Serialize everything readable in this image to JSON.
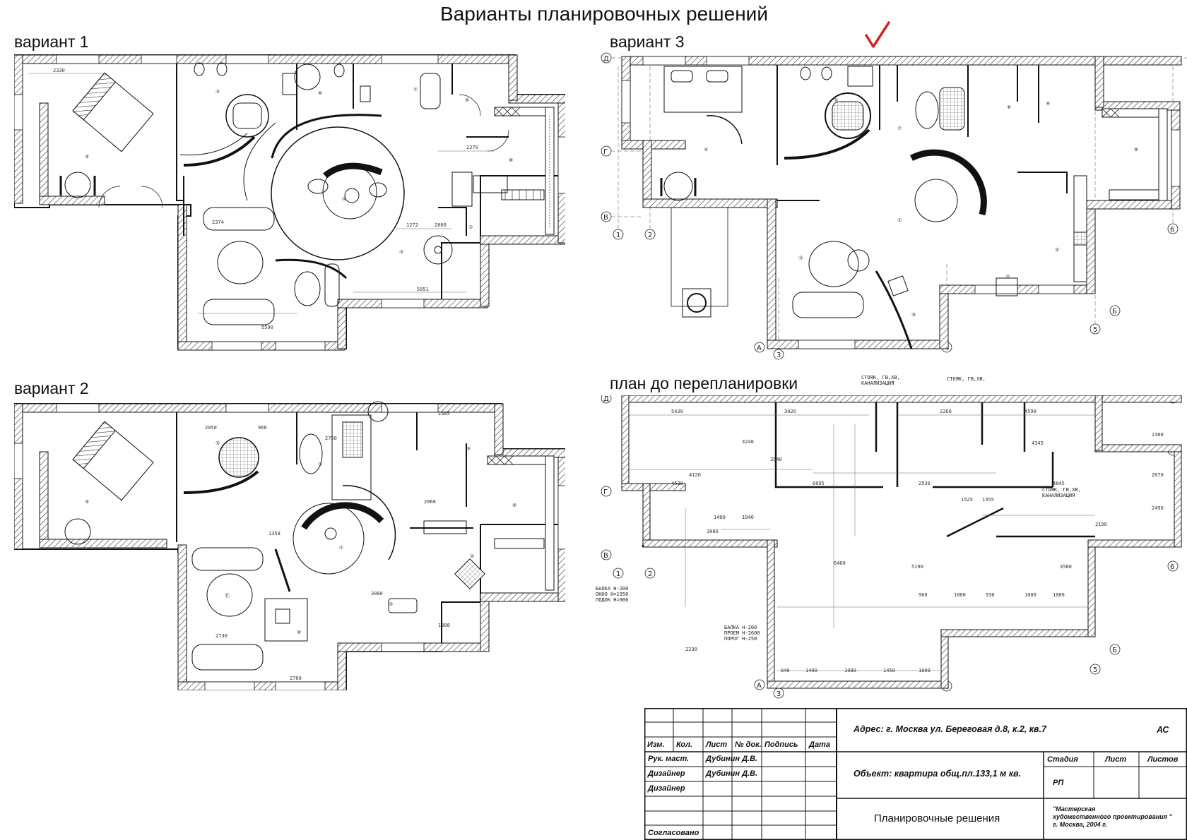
{
  "page": {
    "title": "Варианты планировочных решений"
  },
  "sections": {
    "v1": "вариант 1",
    "v2": "вариант 2",
    "v3": "вариант 3",
    "before": "план до перепланировки"
  },
  "notes": {
    "riser1": "СТОЯК, ГВ,ХВ,\nКАНАЛИЗАЦИЯ",
    "riser2": "СТОЯК, ГВ,ХВ,",
    "riser3": "СТОЯК, ГВ,ХВ,\nКАНАЛИЗАЦИЯ",
    "beam1": "БАЛКА Н-200\nОКНО Н=1950\nПОДОК Н=900",
    "beam2": "БАЛКА Н-200\nПРОЕМ Н-2600\nПОРОГ Н-250"
  },
  "title_block": {
    "col_headers": [
      "Изм.",
      "Кол.",
      "Лист",
      "№ док.",
      "Подпись",
      "Дата"
    ],
    "rows": [
      {
        "role": "Рук. маст.",
        "name": "Дубинин Д.В."
      },
      {
        "role": "Дизайнер",
        "name": "Дубинин Д.В."
      },
      {
        "role": "Дизайнер",
        "name": ""
      },
      {
        "role": "",
        "name": ""
      },
      {
        "role": "Согласовано",
        "name": ""
      }
    ],
    "address": "Адрес: г. Москва ул. Береговая д.8, к.2, кв.7",
    "code": "АС",
    "object": "Объект: квартира общ.пл.133,1 м кв.",
    "stage_hdr": "Стадия",
    "sheet_hdr": "Лист",
    "sheets_hdr": "Листов",
    "stage": "РП",
    "sheet_name": "Планировочные решения",
    "studio": "\"Мастерская\nхудожественного проектирования \"\nг. Москва, 2004 г."
  },
  "colors": {
    "ink": "#111111",
    "check": "#d42020",
    "hatch": "#333333"
  }
}
